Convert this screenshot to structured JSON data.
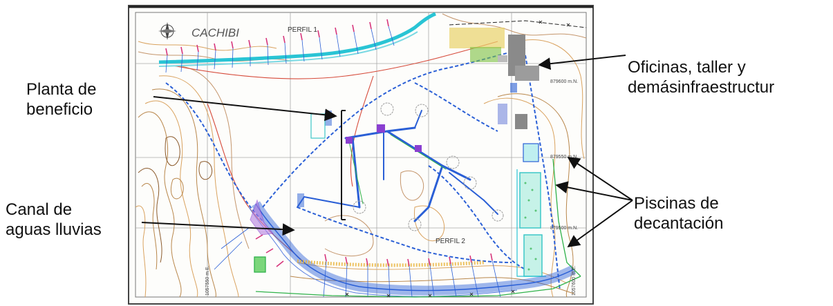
{
  "map": {
    "title": "CACHIBI",
    "profile_labels": [
      "PERFIL 1",
      "PERFIL 2"
    ],
    "grid_labels_north": [
      "879600 m.N.",
      "879550 m.N.",
      "879500 m.N."
    ],
    "grid_labels_east": [
      "1057550 m.E.",
      "1057600 m.E."
    ],
    "compass": "compass-rose-icon"
  },
  "callouts": {
    "offices": {
      "line1": "Oficinas, taller y",
      "line2": "demásinfraestructur"
    },
    "plant": {
      "line1": "Planta de",
      "line2": "beneficio"
    },
    "channel": {
      "line1": "Canal de",
      "line2": "aguas lluvias"
    },
    "ponds": {
      "line1": "Piscinas de",
      "line2": "decantación"
    }
  },
  "colors": {
    "contour_brown": "#b8864a",
    "contour_orange": "#d9a25e",
    "contour_red": "#d64a3a",
    "road_cyan": "#29c4d4",
    "drain_blue": "#2a5fd6",
    "grid_gray": "#9a9a9a",
    "channel_purple": "#8a3fd1",
    "pond_teal": "#3cc7c7",
    "fence_green": "#2fb24a",
    "marker_pink": "#d6337a"
  }
}
